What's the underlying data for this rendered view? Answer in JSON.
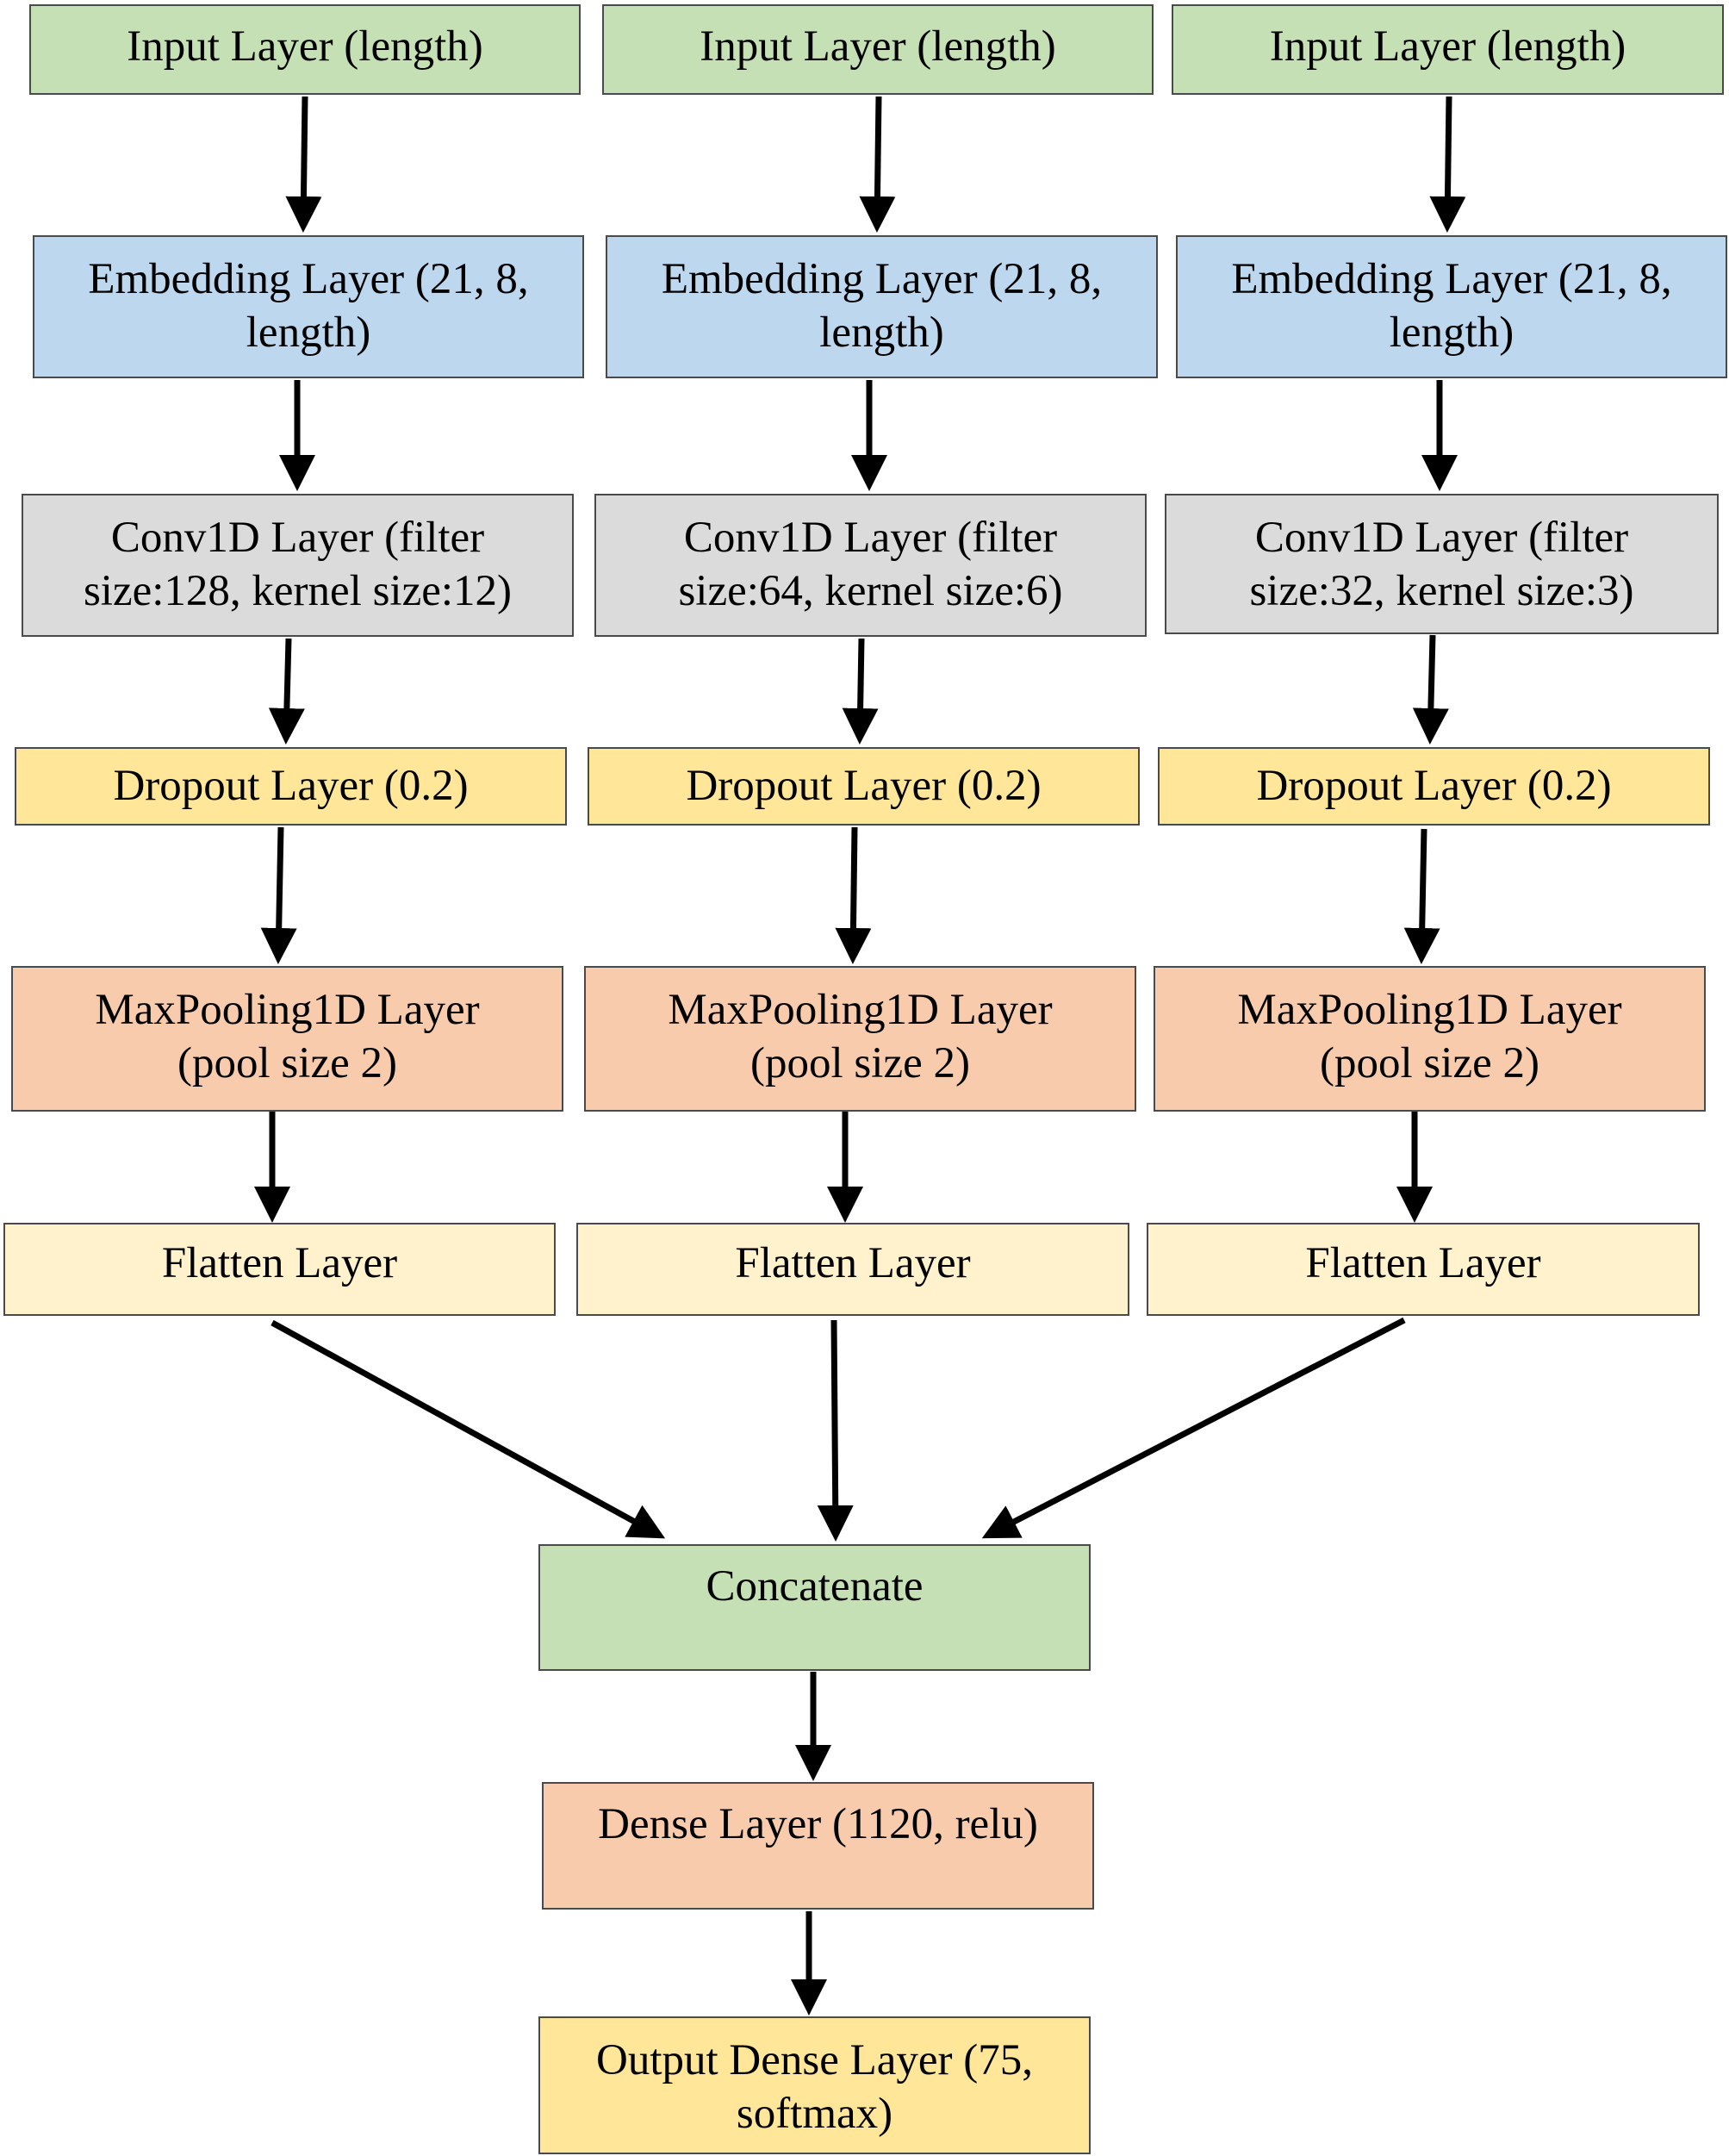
{
  "columns": [
    {
      "input": "Input Layer (length)",
      "embedding": [
        "Embedding Layer (21, 8,",
        "length)"
      ],
      "conv": [
        "Conv1D Layer (filter",
        "size:128, kernel size:12)"
      ],
      "dropout": "Dropout Layer (0.2)",
      "pooling": [
        "MaxPooling1D Layer",
        "(pool size 2)"
      ],
      "flatten": "Flatten Layer"
    },
    {
      "input": "Input Layer (length)",
      "embedding": [
        "Embedding Layer (21, 8,",
        "length)"
      ],
      "conv": [
        "Conv1D Layer (filter",
        "size:64, kernel size:6)"
      ],
      "dropout": "Dropout Layer (0.2)",
      "pooling": [
        "MaxPooling1D Layer",
        "(pool size 2)"
      ],
      "flatten": "Flatten Layer"
    },
    {
      "input": "Input Layer (length)",
      "embedding": [
        "Embedding Layer (21, 8,",
        "length)"
      ],
      "conv": [
        "Conv1D Layer (filter",
        "size:32, kernel size:3)"
      ],
      "dropout": "Dropout Layer (0.2)",
      "pooling": [
        "MaxPooling1D Layer",
        "(pool size 2)"
      ],
      "flatten": "Flatten Layer"
    }
  ],
  "merge": {
    "concatenate": "Concatenate",
    "dense": "Dense Layer (1120, relu)",
    "output": [
      "Output Dense Layer (75,",
      "softmax)"
    ]
  },
  "colors": {
    "input": "#c5e0b4",
    "embedding": "#bdd7ee",
    "conv": "#dbdbdb",
    "dropout": "#ffe699",
    "pooling": "#f8cbad",
    "flatten": "#fff2cc",
    "concatenate": "#c5e0b4",
    "dense": "#f8cbad",
    "output": "#ffe699",
    "arrow": "#000000"
  }
}
